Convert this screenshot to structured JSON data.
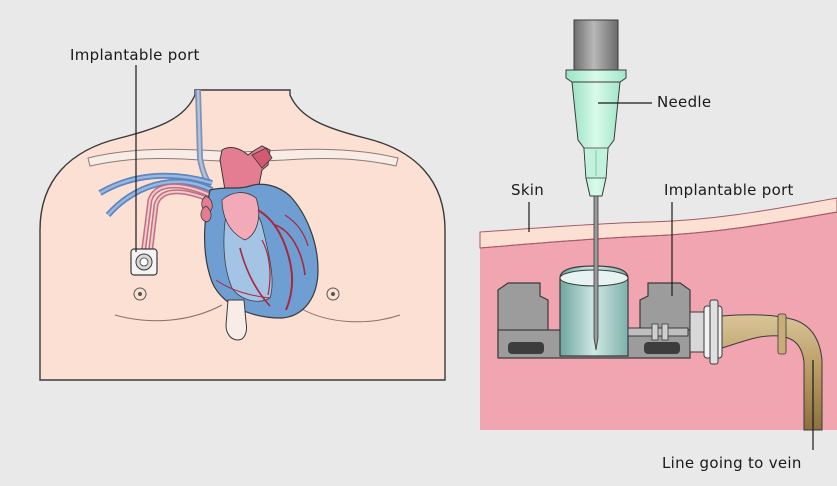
{
  "labels": {
    "port_left": "Implantable port",
    "needle": "Needle",
    "skin": "Skin",
    "port_right": "Implantable port",
    "line": "Line going to vein"
  },
  "colors": {
    "background": "#e9e9e9",
    "skin_body": "#fce0d3",
    "tissue": "#f0a5b0",
    "tissue_light": "#f7c4cb",
    "heart_blue": "#6f9fd2",
    "heart_red": "#e47d92",
    "vessel_dark_red": "#a8283e",
    "port_gray": "#9c9c9c",
    "needle_hub": "#b8f0d8",
    "needle_barrel": "#8a8a8a",
    "catheter_tan": "#b59a68"
  }
}
